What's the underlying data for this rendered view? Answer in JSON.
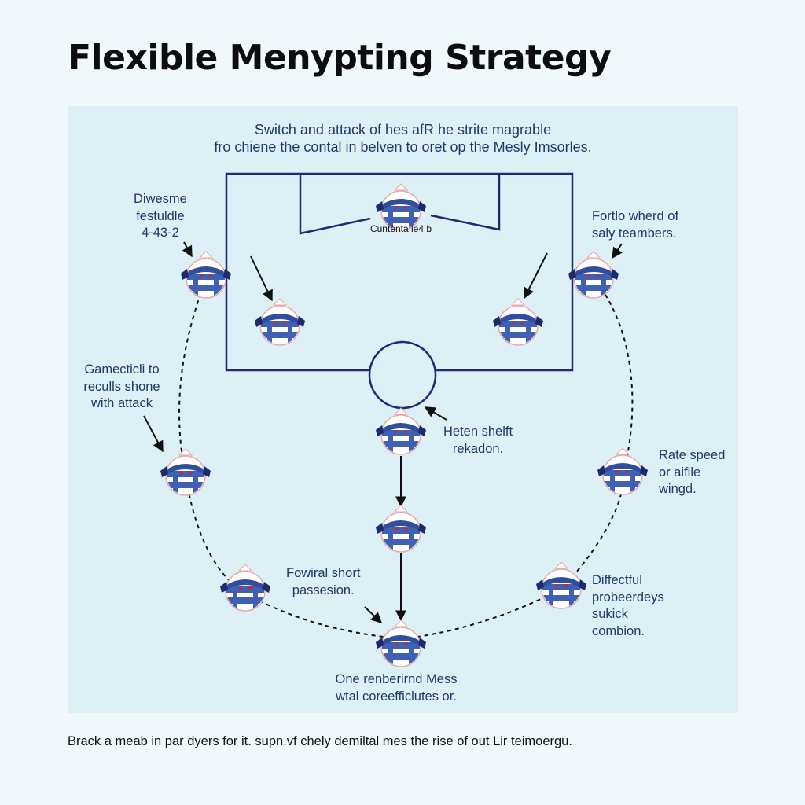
{
  "title": "Flexible Menypting Strategy",
  "subtitle": {
    "line1": "Switch and attack of hes afR he strite magrable",
    "line2": "fro chiene the contal in belven to oret op the Mesly Imsorles."
  },
  "labels": {
    "top_left": [
      "Diwesme",
      "festuldle",
      "4-43-2"
    ],
    "top_right": [
      "Fortlo wherd of",
      "saly teambers."
    ],
    "mid_left": [
      "Gamecticli to",
      "reculls shone",
      "with attack"
    ],
    "center": [
      "Heten shelft",
      "rekadon."
    ],
    "right_mid": [
      "Rate speed",
      "or aifile",
      "wingd."
    ],
    "lower_left": [
      "Fowiral short",
      "passesion."
    ],
    "lower_right": [
      "Diffectful",
      "probeerdeys",
      "sukick",
      "combion."
    ],
    "bottom": [
      "One renberirnd Mess",
      "wtal coreefficlutes or."
    ],
    "goal_label": "Cuntenta le4 b"
  },
  "caption": "Brack a meab in par dyers for it. supn.vf chely demiltal mes the rise of out Lir teimoergu.",
  "colors": {
    "panel_bg": "#ddf0f6",
    "page_bg": "#f1f8fb",
    "pitch_line": "#1e2a78",
    "jersey_blue": "#4060b4",
    "accent_red": "#c62828",
    "text": "#1f3a66"
  },
  "players": [
    {
      "id": "striker",
      "icon": "player-jersey-icon"
    },
    {
      "id": "left-forward",
      "icon": "player-jersey-icon"
    },
    {
      "id": "right-forward",
      "icon": "player-jersey-icon"
    },
    {
      "id": "inner-left",
      "icon": "player-jersey-icon"
    },
    {
      "id": "inner-right",
      "icon": "player-jersey-icon"
    },
    {
      "id": "attacking-mid",
      "icon": "player-jersey-icon"
    },
    {
      "id": "left-mid",
      "icon": "player-jersey-icon"
    },
    {
      "id": "right-mid",
      "icon": "player-jersey-icon"
    },
    {
      "id": "central-mid",
      "icon": "player-jersey-icon"
    },
    {
      "id": "left-back",
      "icon": "player-jersey-icon"
    },
    {
      "id": "right-back",
      "icon": "player-jersey-icon"
    },
    {
      "id": "bottom-center",
      "icon": "player-jersey-icon"
    }
  ]
}
